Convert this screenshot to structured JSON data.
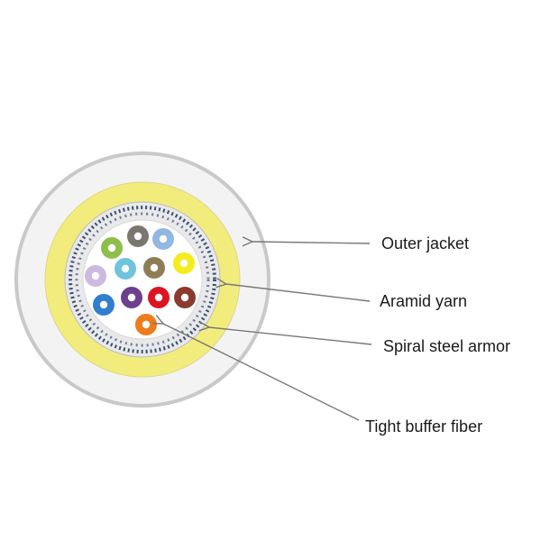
{
  "labels": {
    "outer_jacket": "Outer jacket",
    "aramid_yarn": "Aramid yarn",
    "spiral_steel_armor": "Spiral steel armor",
    "tight_buffer_fiber": "Tight buffer fiber"
  },
  "colors": {
    "outer_jacket": "#f3f3f3",
    "outer_jacket_edge": "#c9c9c9",
    "aramid_yarn": "#f2ec7c",
    "armor_ring": "#e9e9e9",
    "armor_dashes": "#3a4f7a",
    "core_background": "#ffffff",
    "leader_lines": "#777777"
  },
  "fibers": [
    {
      "name": "green-fiber",
      "color": "#8ebe4a"
    },
    {
      "name": "dark-gray-fiber",
      "color": "#7a7670"
    },
    {
      "name": "light-blue-fiber",
      "color": "#92b8e2"
    },
    {
      "name": "lavender-fiber",
      "color": "#cbb9e0"
    },
    {
      "name": "aqua-fiber",
      "color": "#6fc3dd"
    },
    {
      "name": "olive-brown-fiber",
      "color": "#8f7e55"
    },
    {
      "name": "yellow-fiber",
      "color": "#f4ec1e"
    },
    {
      "name": "blue-fiber",
      "color": "#2f7fd0"
    },
    {
      "name": "violet-fiber",
      "color": "#6d3f8e"
    },
    {
      "name": "red-fiber",
      "color": "#dd1522"
    },
    {
      "name": "brown-fiber",
      "color": "#8a3a2e"
    },
    {
      "name": "orange-fiber",
      "color": "#ee7b1c"
    }
  ]
}
